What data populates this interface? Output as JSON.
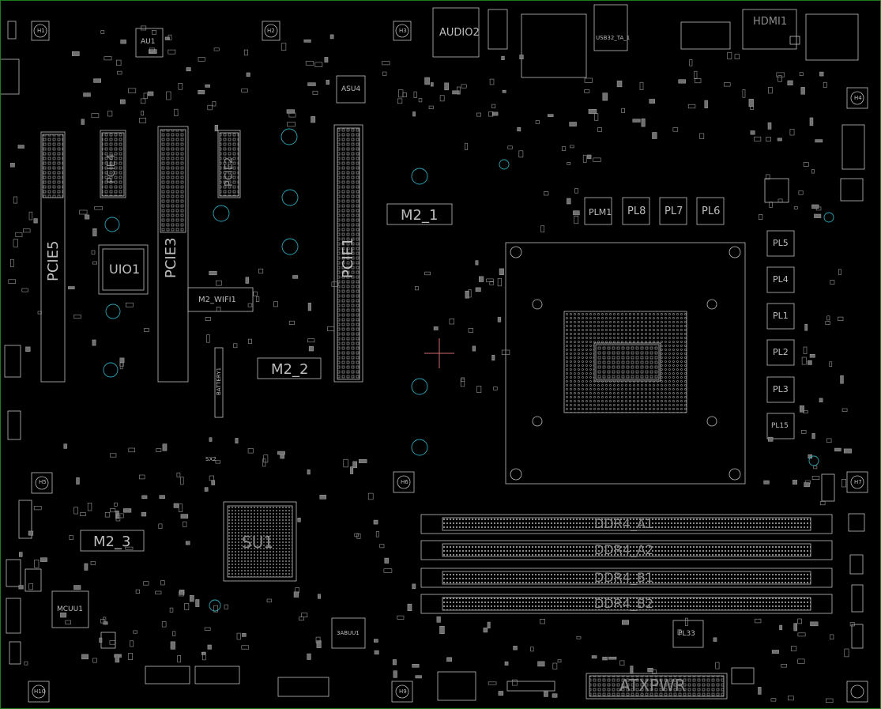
{
  "labels": {
    "pcie5": "PCIE5",
    "pcie3": "PCIE3",
    "pcie1": "PCIE1",
    "pcie4": "PCIE4",
    "pcie2": "PCIE2",
    "uio1": "UIO1",
    "au1": "AU1",
    "asu4": "ASU4",
    "m2_1": "M2_1",
    "m2_2": "M2_2",
    "m2_3": "M2_3",
    "m2_wifi1": "M2_WIFI1",
    "su1": "SU1",
    "mcuu1": "MCUU1",
    "audio2": "AUDIO2",
    "hdmi1": "HDMI1",
    "ddr4_a1": "DDR4_A1",
    "ddr4_a2": "DDR4_A2",
    "ddr4_b1": "DDR4_B1",
    "ddr4_b2": "DDR4_B2",
    "atxpwr": "ATXPWR",
    "plm1": "PLM1",
    "pl8": "PL8",
    "pl7": "PL7",
    "pl6": "PL6",
    "pl5": "PL5",
    "pl4": "PL4",
    "pl1": "PL1",
    "pl2": "PL2",
    "pl3": "PL3",
    "pl15": "PL15",
    "pl33": "PL33",
    "battery": "BATTERY1",
    "sx2": "SX2",
    "usb32": "USB32_TA_1",
    "ssb": "3ABUU1",
    "h1": "H1",
    "h2": "H2",
    "h3": "H3",
    "h4": "H4",
    "h5": "H5",
    "h6": "H6",
    "h7": "H7",
    "h9": "H9",
    "h10": "H10"
  },
  "colors": {
    "background": "#000000",
    "outline": "#bdbdbd",
    "via": "#2aa6b8",
    "cursor": "#d06b6b",
    "frame": "#1f7a1f"
  }
}
